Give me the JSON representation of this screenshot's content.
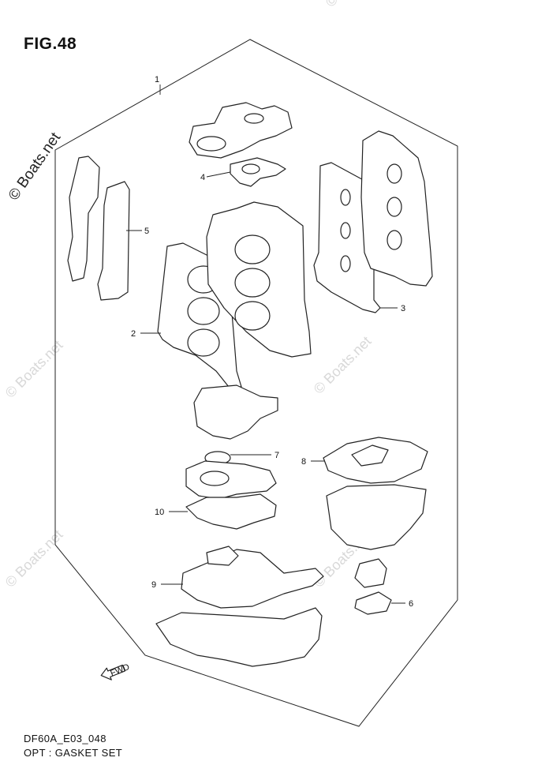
{
  "figure": {
    "title": "FIG.48",
    "model_code": "DF60A_E03_048",
    "caption": "OPT : GASKET SET"
  },
  "watermark": {
    "main": "© Boats.net",
    "faint": "© Boats.net"
  },
  "callouts": [
    "1",
    "2",
    "3",
    "4",
    "5",
    "6",
    "7",
    "8",
    "9",
    "10"
  ],
  "fwd_label": "FWD",
  "colors": {
    "ink": "#222222",
    "watermark": "#d8d8d8",
    "background": "#ffffff"
  }
}
